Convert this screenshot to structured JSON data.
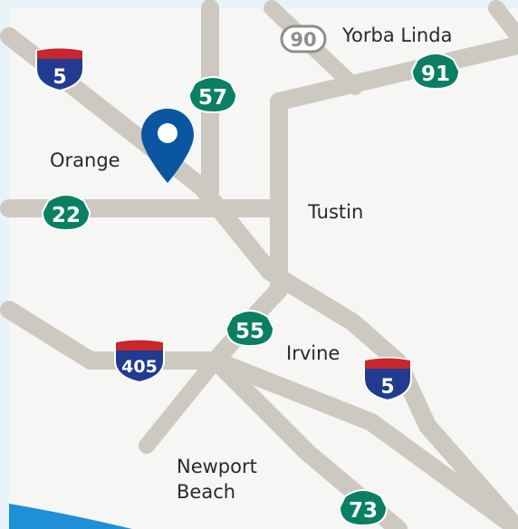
{
  "colors": {
    "frame": "#e6f4fa",
    "land": "#f6f6f4",
    "road": "#cdc9c1",
    "state_route_shield": "#0a7f63",
    "interstate_blue": "#203b8f",
    "interstate_red": "#c8272d",
    "pin": "#0a56a0",
    "water": "#1f8fd6"
  },
  "places": {
    "yorba_linda": "Yorba Linda",
    "orange": "Orange",
    "tustin": "Tustin",
    "irvine": "Irvine",
    "newport_beach_line1": "Newport",
    "newport_beach_line2": "Beach"
  },
  "routes": {
    "us_90": "90",
    "sr_91": "91",
    "i_5_north": "5",
    "sr_57": "57",
    "sr_22": "22",
    "sr_55": "55",
    "i_405": "405",
    "i_5_south": "5",
    "sr_73": "73"
  },
  "icons": {
    "pin": "location-pin-icon",
    "interstate": "interstate-shield-icon",
    "state_route": "state-route-shield-icon",
    "us_route": "route-oval-icon"
  }
}
